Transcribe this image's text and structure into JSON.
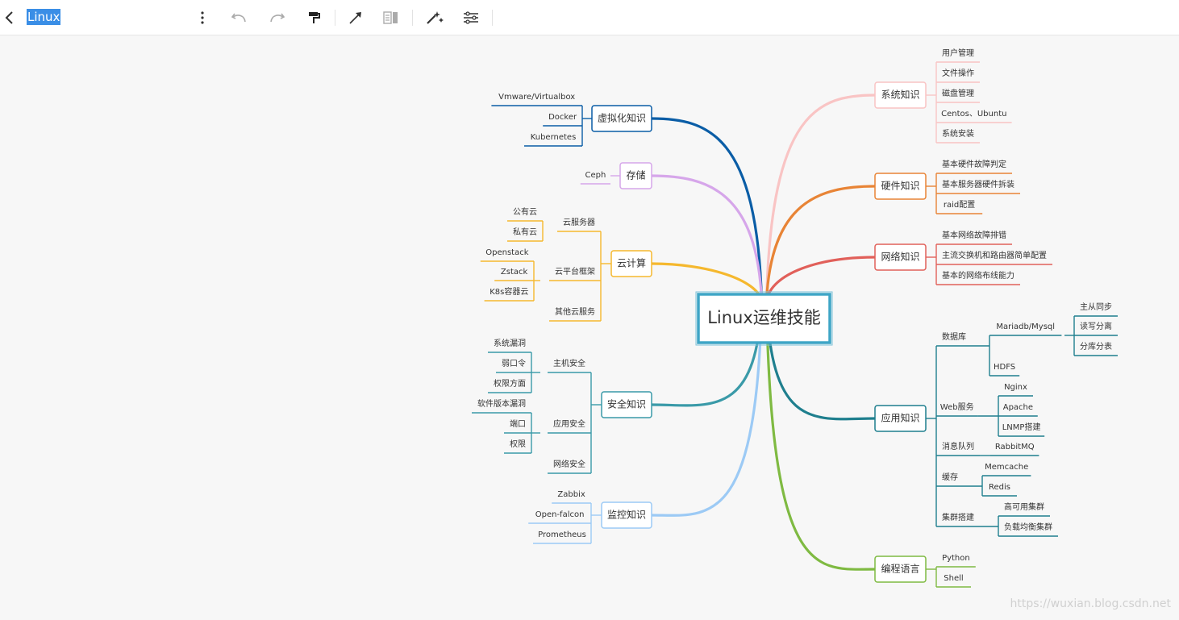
{
  "toolbar": {
    "title": "Linux",
    "icons": [
      "back-arrow-icon",
      "more-vertical-icon",
      "undo-icon",
      "redo-icon",
      "format-painter-icon",
      "connect-line-icon",
      "summary-icon",
      "magic-wand-icon",
      "structure-settings-icon"
    ]
  },
  "mindmap": {
    "root": "Linux运维技能",
    "colors": {
      "virt": "#0a5da6",
      "storage": "#d6a6ea",
      "cloud": "#f5b82e",
      "security": "#3a9aa8",
      "monitor": "#9ccaf5",
      "system": "#f9c4c4",
      "hardware": "#e88436",
      "network": "#e1605a",
      "app": "#1f7f8e",
      "lang": "#7fba42"
    },
    "left": [
      {
        "label": "虚拟化知识",
        "children": [
          "Vmware/Virtualbox",
          "Docker",
          "Kubernetes"
        ]
      },
      {
        "label": "存储",
        "children": [
          "Ceph"
        ]
      },
      {
        "label": "云计算",
        "children": [
          {
            "label": "云服务器",
            "children": [
              "公有云",
              "私有云"
            ]
          },
          {
            "label": "云平台框架",
            "children": [
              "Openstack",
              "Zstack",
              "K8s容器云"
            ]
          },
          {
            "label": "其他云服务",
            "children": []
          }
        ]
      },
      {
        "label": "安全知识",
        "children": [
          {
            "label": "主机安全",
            "children": [
              "系统漏洞",
              "弱口令",
              "权限方面"
            ]
          },
          {
            "label": "应用安全",
            "children": [
              "软件版本漏洞",
              "端口",
              "权限"
            ]
          },
          {
            "label": "网络安全",
            "children": []
          }
        ]
      },
      {
        "label": "监控知识",
        "children": [
          "Zabbix",
          "Open-falcon",
          "Prometheus"
        ]
      }
    ],
    "right": [
      {
        "label": "系统知识",
        "children": [
          "用户管理",
          "文件操作",
          "磁盘管理",
          "Centos、Ubuntu",
          "系统安装"
        ]
      },
      {
        "label": "硬件知识",
        "children": [
          "基本硬件故障判定",
          "基本服务器硬件拆装",
          "raid配置"
        ]
      },
      {
        "label": "网络知识",
        "children": [
          "基本网络故障排错",
          "主流交换机和路由器简单配置",
          "基本的网络布线能力"
        ]
      },
      {
        "label": "应用知识",
        "children": [
          {
            "label": "数据库",
            "children": [
              {
                "label": "Mariadb/Mysql",
                "children": [
                  "主从同步",
                  "读写分离",
                  "分库分表"
                ]
              },
              "HDFS"
            ]
          },
          {
            "label": "Web服务",
            "children": [
              "Nginx",
              "Apache",
              "LNMP搭建"
            ]
          },
          {
            "label": "消息队列",
            "children": [
              "RabbitMQ"
            ]
          },
          {
            "label": "缓存",
            "children": [
              "Memcache",
              "Redis"
            ]
          },
          {
            "label": "集群搭建",
            "children": [
              "高可用集群",
              "负载均衡集群"
            ]
          }
        ]
      },
      {
        "label": "编程语言",
        "children": [
          "Python",
          "Shell"
        ]
      }
    ]
  },
  "watermark": "https://wuxian.blog.csdn.net"
}
